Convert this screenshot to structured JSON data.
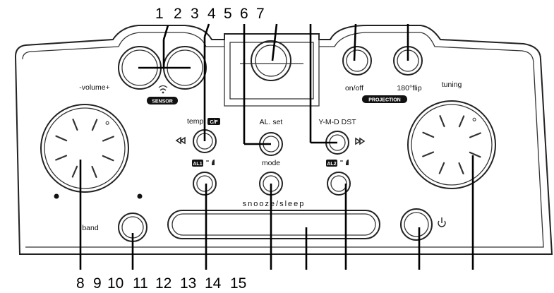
{
  "callouts": {
    "top": [
      "1",
      "2",
      "3",
      "4",
      "5",
      "6",
      "7"
    ],
    "bottom": [
      "8",
      "9",
      "10",
      "11",
      "12",
      "13",
      "14",
      "15"
    ]
  },
  "labels": {
    "sensor": "SENSOR",
    "volume": "-volume+",
    "tuning": "tuning",
    "on_off": "on/off",
    "flip": "180°flip",
    "projection": "PROJECTION",
    "temp": "temp",
    "temp_badge": "C/F",
    "al_set": "AL. set",
    "ymd_dst": "Y-M-D DST",
    "mode": "mode",
    "snooze_sleep": "snooze/sleep",
    "band": "band",
    "al1_badge": "AL1",
    "al2_badge": "AL2"
  },
  "icons": {
    "rewind": "rewind-icon",
    "fast_forward": "fast-forward-icon",
    "power": "power-icon",
    "wireless": "wireless-icon",
    "bell_left": "bell-icon",
    "bell_right": "bell-icon"
  }
}
